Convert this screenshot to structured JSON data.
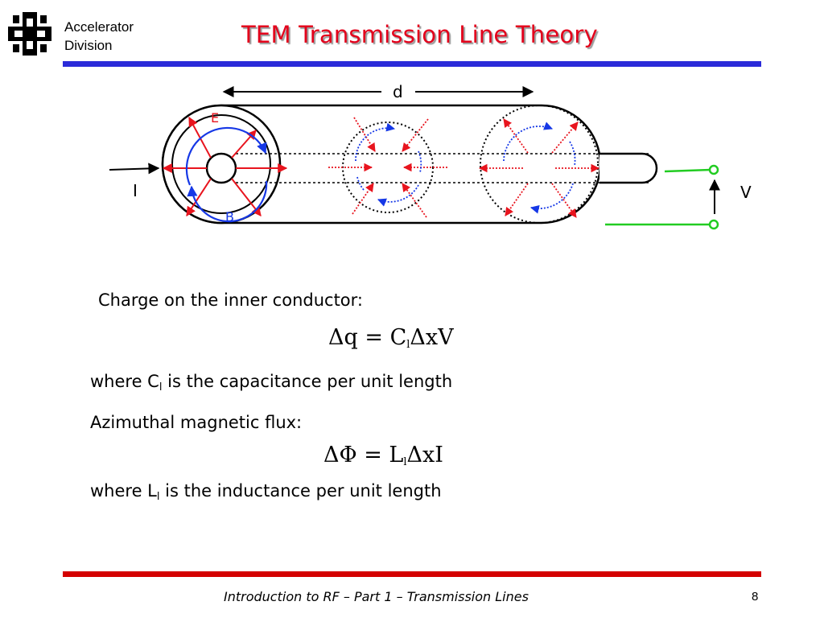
{
  "header": {
    "org_line1": "Accelerator",
    "org_line2": "Division",
    "logo": "fermilab-logo-icon",
    "title": "TEM Transmission Line Theory"
  },
  "diagram": {
    "label_d": "d",
    "label_E": "E",
    "label_B": "B",
    "label_I": "I",
    "label_V": "V",
    "colors": {
      "E_field": "#e8141e",
      "B_field": "#1638e6",
      "terminals": "#22cc22",
      "conductor": "#000000"
    }
  },
  "body": {
    "line1": "Charge on the inner conductor:",
    "eq1": {
      "lhs": "Δq = C",
      "sub": "l",
      "rhs": "ΔxV"
    },
    "line2": {
      "pre": "where C",
      "sub": "l",
      "post": " is the capacitance per unit length"
    },
    "line3": "Azimuthal magnetic flux:",
    "eq2": {
      "lhs": "ΔΦ = L",
      "sub": "l",
      "rhs": "ΔxI"
    },
    "line4": {
      "pre": "where L",
      "sub": "l",
      "post": " is the inductance per unit length"
    }
  },
  "footer": {
    "text": "Introduction to RF – Part 1 – Transmission Lines",
    "page": "8"
  }
}
